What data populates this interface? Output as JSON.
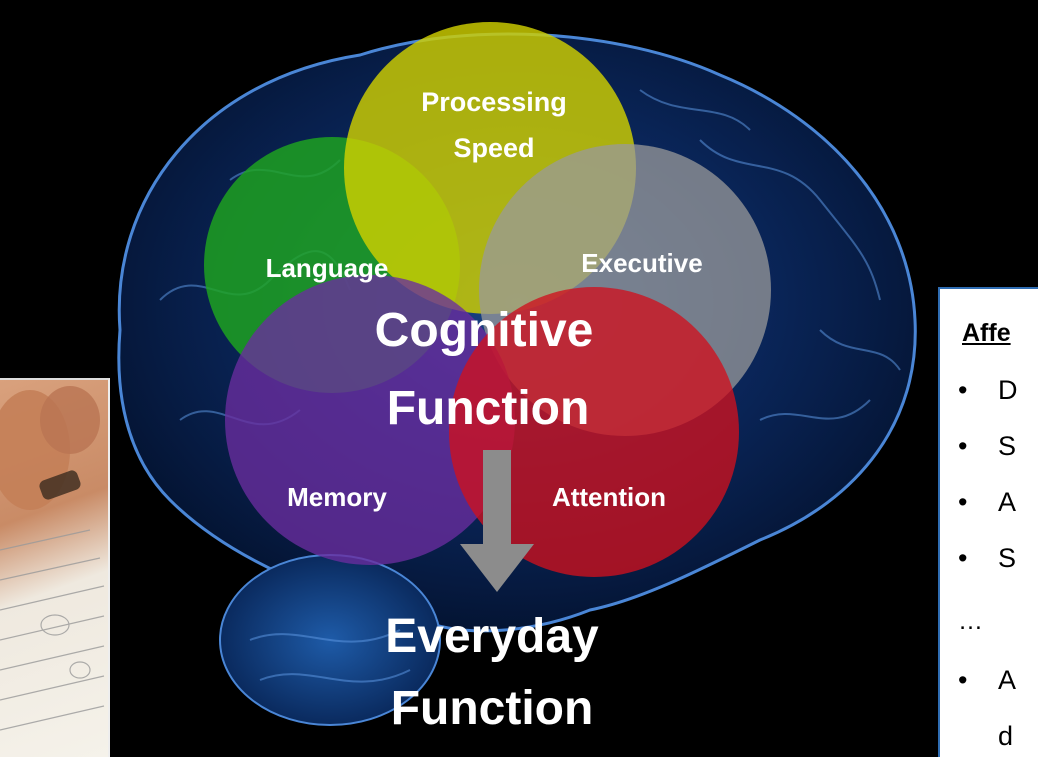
{
  "diagram": {
    "domains": {
      "processing_speed_line1": "Processing",
      "processing_speed_line2": "Speed",
      "language": "Language",
      "executive": "Executive",
      "memory": "Memory",
      "attention": "Attention"
    },
    "center_line1": "Cognitive",
    "center_line2": "Function",
    "outcome_line1": "Everyday",
    "outcome_line2": "Function",
    "colors": {
      "processing_speed": "#cfd000",
      "language": "#1fa61f",
      "executive": "#9a9a9a",
      "memory": "#6a2d9f",
      "attention": "#d0111e",
      "arrow": "#8c8c8c",
      "box_border": "#2f6db3"
    }
  },
  "affected": {
    "title": "Affe",
    "items": [
      "D",
      "S",
      "A",
      "S"
    ],
    "ellipsis": "…",
    "last_item": "A",
    "last_item_cont": "d",
    "bullet": "•"
  }
}
